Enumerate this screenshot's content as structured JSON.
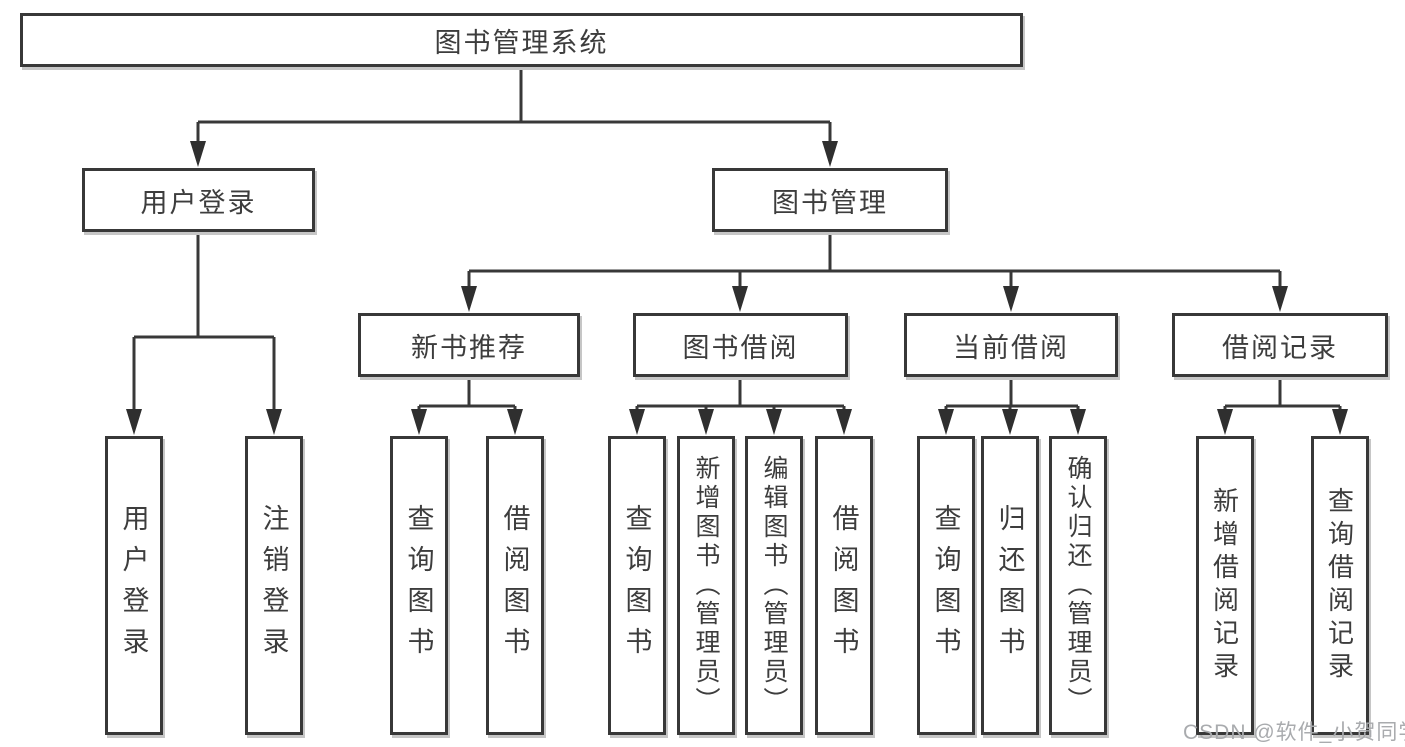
{
  "diagram": {
    "root": "图书管理系统",
    "branches": [
      {
        "label": "用户登录",
        "children": [
          "用户登录",
          "注销登录"
        ]
      },
      {
        "label": "图书管理",
        "children": [
          {
            "label": "新书推荐",
            "children": [
              "查询图书",
              "借阅图书"
            ]
          },
          {
            "label": "图书借阅",
            "children": [
              "查询图书",
              "新增图书（管理员）",
              "编辑图书（管理员）",
              "借阅图书"
            ]
          },
          {
            "label": "当前借阅",
            "children": [
              "查询图书",
              "归还图书",
              "确认归还（管理员）"
            ]
          },
          {
            "label": "借阅记录",
            "children": [
              "新增借阅记录",
              "查询借阅记录"
            ]
          }
        ]
      }
    ]
  },
  "watermark": "CSDN @软件_小贺同学"
}
